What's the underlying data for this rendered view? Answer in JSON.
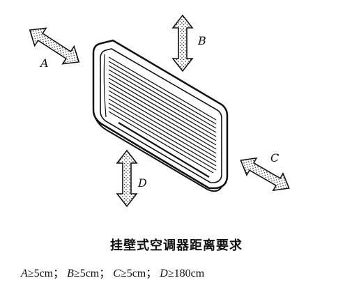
{
  "labels": {
    "a": "A",
    "b": "B",
    "c": "C",
    "d": "D"
  },
  "caption": "挂壁式空调器距离要求",
  "requirements": [
    {
      "letter": "A",
      "op": "≥",
      "value": "5cm",
      "sep": "；"
    },
    {
      "letter": "B",
      "op": "≥",
      "value": "5cm",
      "sep": "；"
    },
    {
      "letter": "C",
      "op": "≥",
      "value": "5cm",
      "sep": "；"
    },
    {
      "letter": "D",
      "op": "≥",
      "value": "180cm",
      "sep": ""
    }
  ]
}
